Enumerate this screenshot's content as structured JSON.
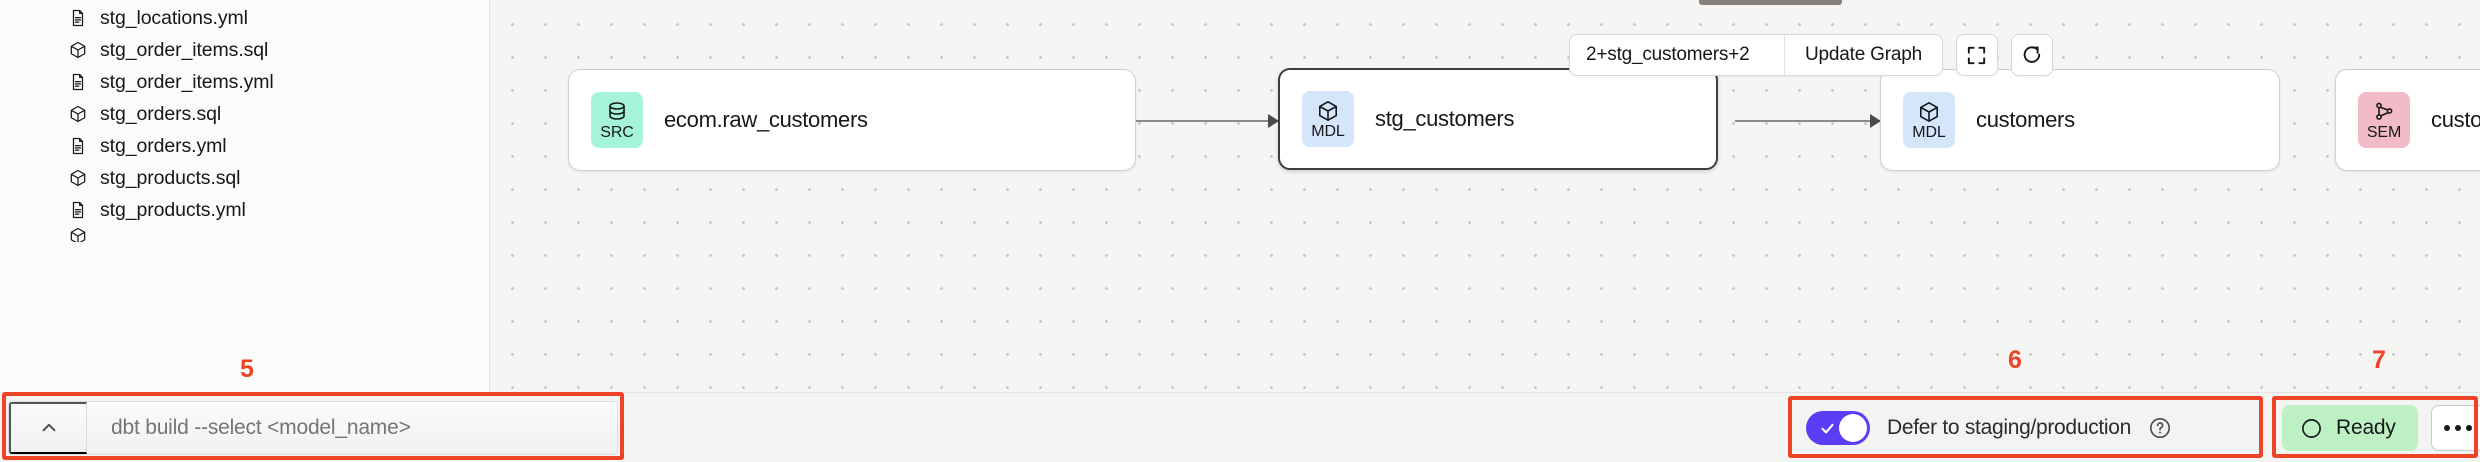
{
  "sidebar": {
    "files": [
      {
        "name": "stg_locations.yml",
        "icon": "file-yml-icon",
        "kind": "yml"
      },
      {
        "name": "stg_order_items.sql",
        "icon": "cube-sql-icon",
        "kind": "sql"
      },
      {
        "name": "stg_order_items.yml",
        "icon": "file-yml-icon",
        "kind": "yml"
      },
      {
        "name": "stg_orders.sql",
        "icon": "cube-sql-icon",
        "kind": "sql"
      },
      {
        "name": "stg_orders.yml",
        "icon": "file-yml-icon",
        "kind": "yml"
      },
      {
        "name": "stg_products.sql",
        "icon": "cube-sql-icon",
        "kind": "sql"
      },
      {
        "name": "stg_products.yml",
        "icon": "file-yml-icon",
        "kind": "yml"
      }
    ]
  },
  "graph_toolbar": {
    "selector_value": "2+stg_customers+2",
    "selector_placeholder": "2+stg_customers+2",
    "update_button": "Update Graph",
    "fit_view_icon": "fullscreen-icon",
    "refresh_icon": "refresh-icon"
  },
  "graph": {
    "nodes": [
      {
        "id": "src",
        "label": "ecom.raw_customers",
        "badge": "SRC",
        "badge_icon": "database-icon",
        "badge_color": "#a6f4d8",
        "selected": false
      },
      {
        "id": "stg",
        "label": "stg_customers",
        "badge": "MDL",
        "badge_icon": "cube-icon",
        "badge_color": "#d5e6fb",
        "selected": true
      },
      {
        "id": "mdl",
        "label": "customers",
        "badge": "MDL",
        "badge_icon": "cube-icon",
        "badge_color": "#d5e6fb",
        "selected": false
      },
      {
        "id": "sem",
        "label": "customers",
        "badge": "SEM",
        "badge_icon": "network-icon",
        "badge_color": "#f3bbc7",
        "selected": false
      }
    ]
  },
  "command_bar": {
    "chevron_icon": "chevron-up-icon",
    "input_value": "",
    "input_placeholder": "dbt build --select <model_name>"
  },
  "status_bar": {
    "defer_label": "Defer to staging/production",
    "defer_enabled": true,
    "help_icon": "help-circle-icon",
    "ready_label": "Ready",
    "ready_icon": "circle-icon",
    "more_icon": "ellipsis-icon"
  },
  "annotations": [
    {
      "number": "5",
      "target": "command-bar"
    },
    {
      "number": "6",
      "target": "defer-toggle"
    },
    {
      "number": "7",
      "target": "status-badge"
    }
  ],
  "colors": {
    "annotation": "#ef4326",
    "toggle_on": "#5b3df5",
    "ready_bg": "#bdf0c2",
    "src_badge": "#a6f4d8",
    "mdl_badge": "#d5e6fb",
    "sem_badge": "#f3bbc7"
  }
}
